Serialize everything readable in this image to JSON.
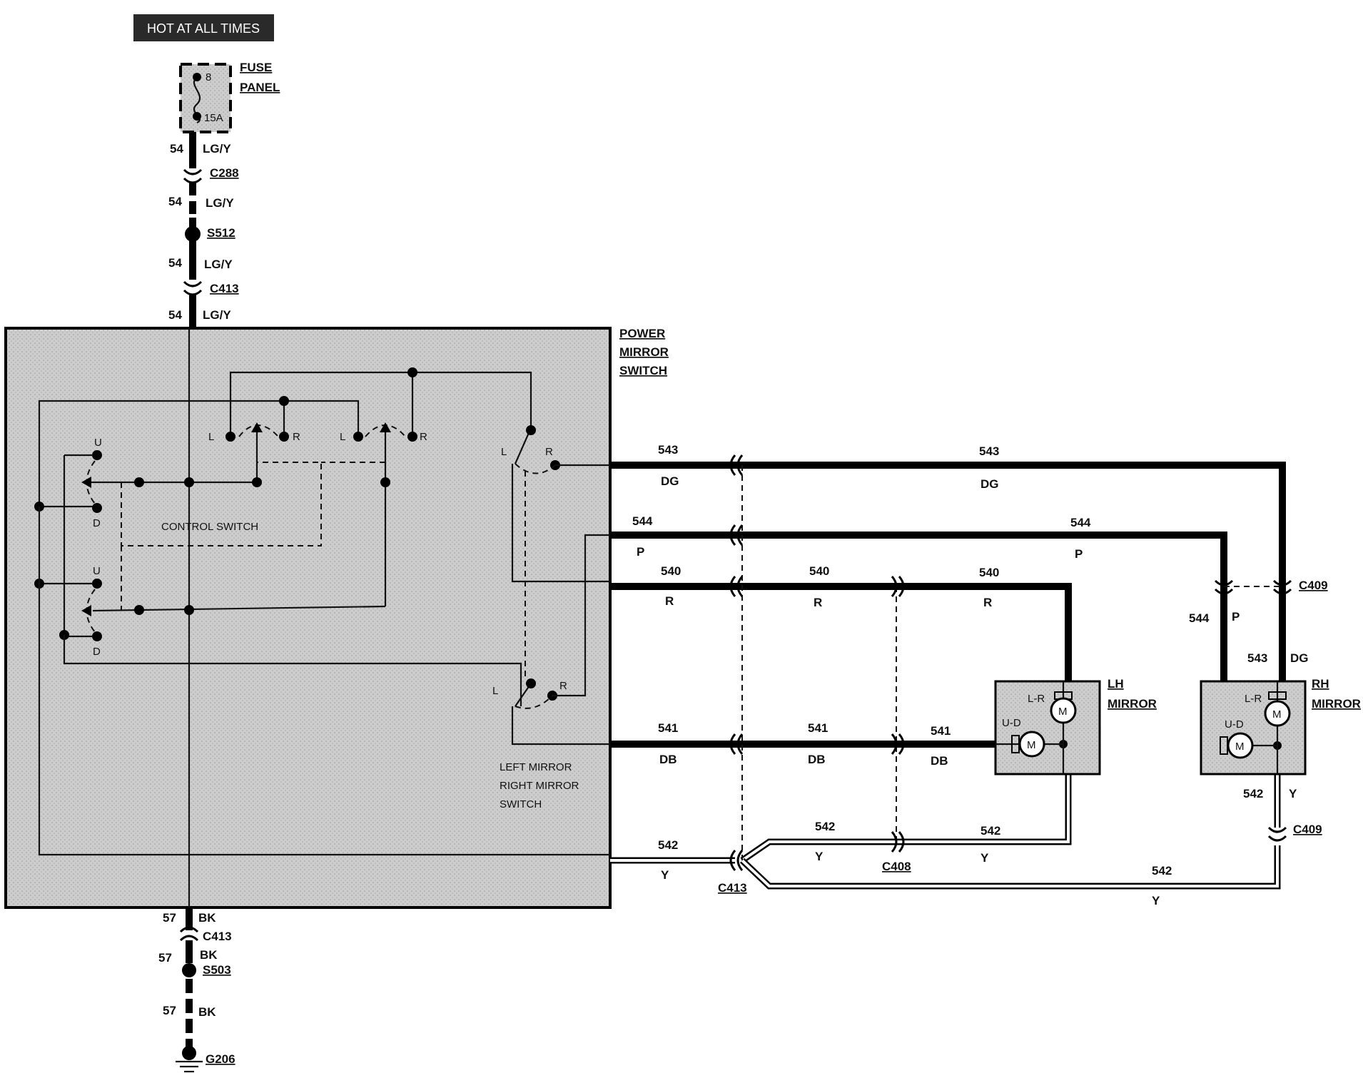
{
  "header": {
    "badge": "HOT AT ALL TIMES"
  },
  "fuse_panel": {
    "label_line1": "FUSE",
    "label_line2": "PANEL",
    "fuse_number": "8",
    "fuse_rating": "15A"
  },
  "power_mirror_switch": {
    "label_line1": "POWER",
    "label_line2": "MIRROR",
    "label_line3": "SWITCH"
  },
  "control_switch": {
    "label": "CONTROL SWITCH",
    "up": "U",
    "down": "D",
    "left": "L",
    "right": "R"
  },
  "selector_switch": {
    "line1": "LEFT MIRROR",
    "line2": "RIGHT MIRROR",
    "line3": "SWITCH"
  },
  "feed": {
    "circuit": "54",
    "color": "LG/Y",
    "connectors": [
      "C288",
      "C413"
    ],
    "splice": "S512"
  },
  "ground": {
    "circuit": "57",
    "color": "BK",
    "connector": "C413",
    "splice": "S503",
    "ground": "G206"
  },
  "circuits": {
    "c543": {
      "number": "543",
      "color": "DG"
    },
    "c544": {
      "number": "544",
      "color": "P"
    },
    "c540": {
      "number": "540",
      "color": "R"
    },
    "c541": {
      "number": "541",
      "color": "DB"
    },
    "c542": {
      "number": "542",
      "color": "Y"
    }
  },
  "connectors": {
    "c413": "C413",
    "c408": "C408",
    "c409": "C409"
  },
  "lh_mirror": {
    "label_line1": "LH",
    "label_line2": "MIRROR",
    "lr": "L-R",
    "ud": "U-D",
    "motor": "M"
  },
  "rh_mirror": {
    "label_line1": "RH",
    "label_line2": "MIRROR",
    "lr": "L-R",
    "ud": "U-D",
    "motor": "M"
  },
  "colors": {
    "box_fill": "#cfcfcf",
    "wire": "#000000",
    "badge_bg": "#2a2a2a",
    "badge_text": "#ffffff"
  }
}
